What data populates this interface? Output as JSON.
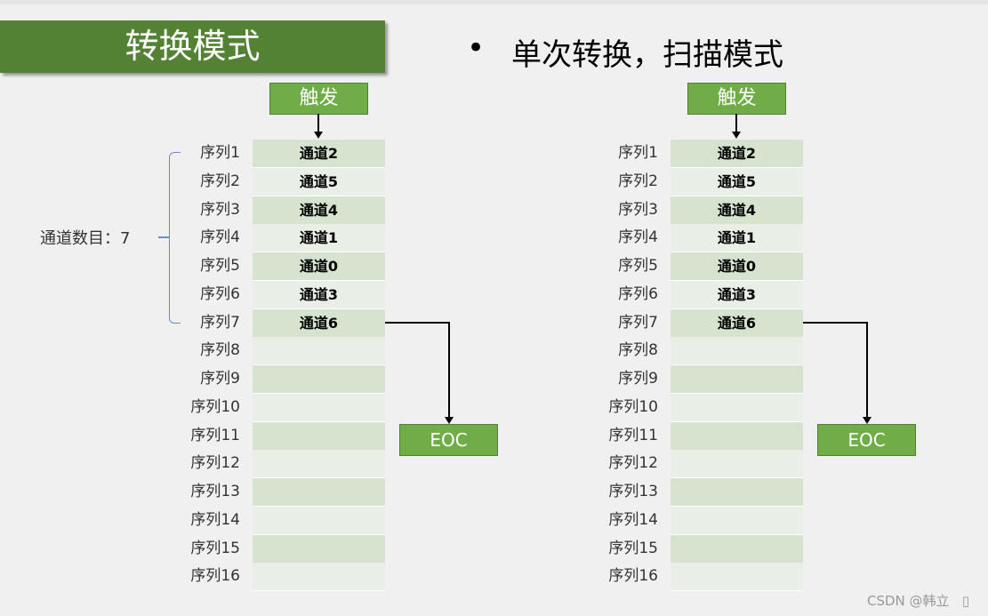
{
  "title": "转换模式",
  "subtitle": "单次转换，扫描模式",
  "bullet": "•",
  "channel_count_label": "通道数目：7",
  "watermark": "CSDN @韩立",
  "watermark_icon": "▯",
  "colors": {
    "title_bg": "#548235",
    "box": "#70ad47",
    "row_odd": "#d5e3cf",
    "row_even": "#e9efe6"
  },
  "diagrams": [
    {
      "trigger": "触发",
      "eoc": "EOC",
      "sequences": [
        "序列1",
        "序列2",
        "序列3",
        "序列4",
        "序列5",
        "序列6",
        "序列7",
        "序列8",
        "序列9",
        "序列10",
        "序列11",
        "序列12",
        "序列13",
        "序列14",
        "序列15",
        "序列16"
      ],
      "channels": [
        "通道2",
        "通道5",
        "通道4",
        "通道1",
        "通道0",
        "通道3",
        "通道6",
        "",
        "",
        "",
        "",
        "",
        "",
        "",
        "",
        ""
      ]
    },
    {
      "trigger": "触发",
      "eoc": "EOC",
      "sequences": [
        "序列1",
        "序列2",
        "序列3",
        "序列4",
        "序列5",
        "序列6",
        "序列7",
        "序列8",
        "序列9",
        "序列10",
        "序列11",
        "序列12",
        "序列13",
        "序列14",
        "序列15",
        "序列16"
      ],
      "channels": [
        "通道2",
        "通道5",
        "通道4",
        "通道1",
        "通道0",
        "通道3",
        "通道6",
        "",
        "",
        "",
        "",
        "",
        "",
        "",
        "",
        ""
      ]
    }
  ]
}
